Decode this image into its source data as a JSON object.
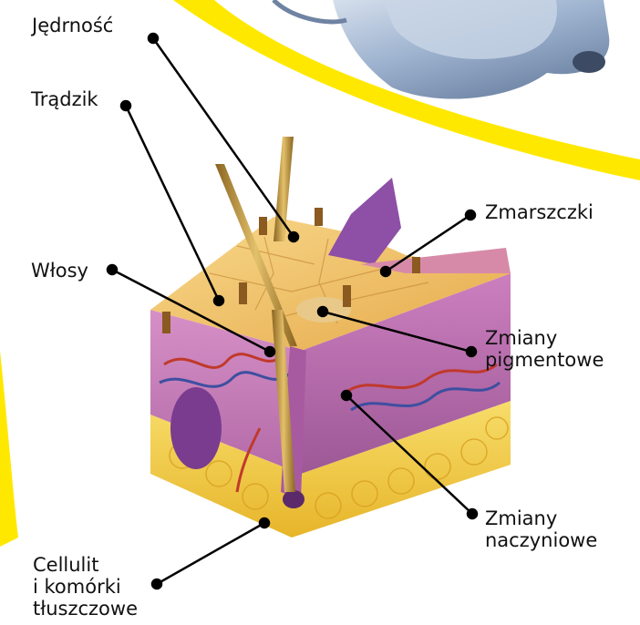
{
  "colors": {
    "accent_yellow": "#ffe800",
    "leader_line": "#000000",
    "skin_top": "#f0c060",
    "dermis": "#c77bb8",
    "fat": "#f4d03f",
    "hair": "#b8913a"
  },
  "device": {
    "icon": "aesthetic-device-head-icon"
  },
  "labels": [
    {
      "id": "jednosc",
      "text": "Jędrność"
    },
    {
      "id": "tradzik",
      "text": "Trądzik"
    },
    {
      "id": "wlosy",
      "text": "Włosy"
    },
    {
      "id": "zmarszczki",
      "text": "Zmarszczki"
    },
    {
      "id": "zmiany-pigmentowe",
      "text": "Zmiany\npigmentowe"
    },
    {
      "id": "zmiany-naczyniowe",
      "text": "Zmiany\nnaczyniowe"
    },
    {
      "id": "cellulit",
      "text": "Cellulit\ni komórki\ntłuszczowe"
    }
  ]
}
